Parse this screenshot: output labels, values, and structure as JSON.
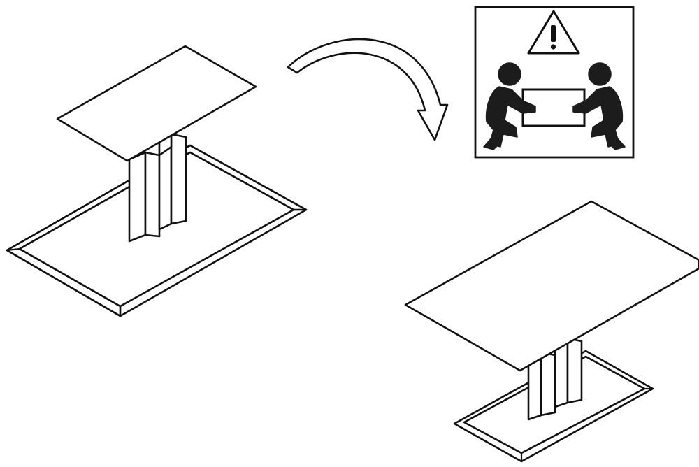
{
  "figure": {
    "steps": [
      {
        "state": "upside-down",
        "part": "table"
      },
      {
        "action": "flip",
        "icon": "curved-arrow-icon"
      },
      {
        "caution": "two-person-lift",
        "icon": "warning-triangle-icon"
      },
      {
        "state": "upright",
        "part": "table"
      }
    ],
    "warning_glyph": "!",
    "colors": {
      "line": "#111111",
      "fill": "#ffffff",
      "figure": "#1c1c1c"
    }
  }
}
